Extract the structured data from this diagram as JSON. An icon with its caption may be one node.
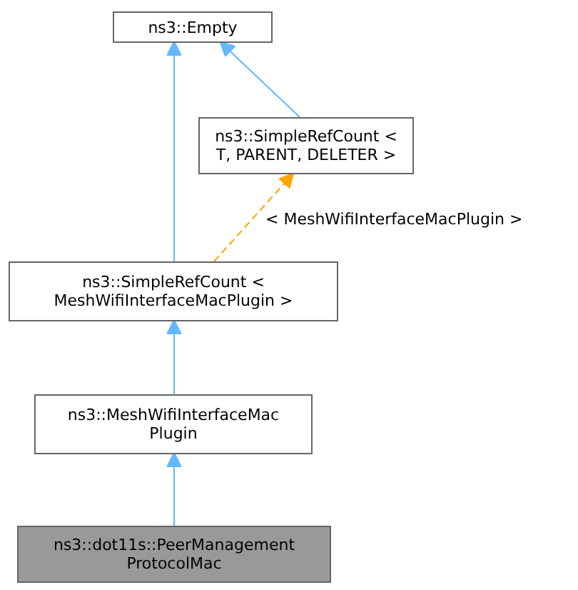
{
  "diagram": {
    "nodes": [
      {
        "text": [
          "ns3::Empty"
        ]
      },
      {
        "text": [
          "ns3::SimpleRefCount < T, PARENT, DELETER >"
        ]
      },
      {
        "text": [
          "ns3::SimpleRefCount < MeshWifiInterfaceMacPlugin >"
        ]
      },
      {
        "text": [
          "ns3::MeshWifiInterfaceMac Plugin"
        ]
      },
      {
        "text": [
          "ns3::dot11s::PeerManagement ProtocolMac"
        ]
      }
    ],
    "edges": [
      {
        "from": 1,
        "to": 0,
        "arrow": "to"
      },
      {
        "from": 2,
        "to": 0,
        "arrow": "to"
      },
      {
        "from": 2,
        "to": 1,
        "arrow": "to",
        "label": "< MeshWifiInterfaceMacPlugin >",
        "style": "dashed",
        "color": "#ffa500"
      },
      {
        "from": 3,
        "to": 2,
        "arrow": "to"
      },
      {
        "from": 4,
        "to": 3,
        "arrow": "to"
      }
    ]
  }
}
